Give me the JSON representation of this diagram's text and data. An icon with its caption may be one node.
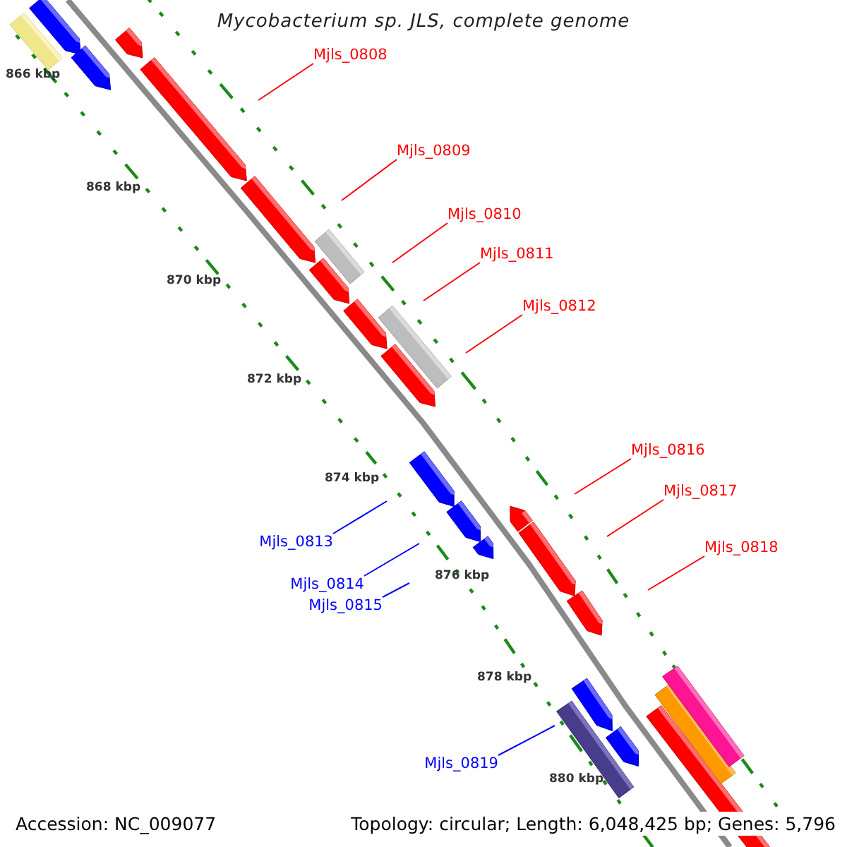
{
  "diagram": {
    "title": "Mycobacterium sp. JLS, complete genome",
    "nodes": [
      {
        "text": [
          "Mjls_0808"
        ]
      },
      {
        "text": [
          "Mjls_0809"
        ]
      },
      {
        "text": [
          "Mjls_0810"
        ]
      },
      {
        "text": [
          "Mjls_0811"
        ]
      },
      {
        "text": [
          "Mjls_0812"
        ]
      },
      {
        "text": [
          "Mjls_0816"
        ]
      },
      {
        "text": [
          "Mjls_0817"
        ]
      },
      {
        "text": [
          "Mjls_0818"
        ]
      },
      {
        "text": [
          "Mjls_0813"
        ]
      },
      {
        "text": [
          "Mjls_0814"
        ]
      },
      {
        "text": [
          "Mjls_0815"
        ]
      },
      {
        "text": [
          "Mjls_0819"
        ]
      }
    ],
    "edges": [
      {
        "from": 0,
        "to": null,
        "arrow": "none"
      },
      {
        "from": 1,
        "to": null,
        "arrow": "none"
      },
      {
        "from": 2,
        "to": null,
        "arrow": "none"
      },
      {
        "from": 3,
        "to": null,
        "arrow": "none"
      },
      {
        "from": 4,
        "to": null,
        "arrow": "none"
      },
      {
        "from": 5,
        "to": null,
        "arrow": "none"
      },
      {
        "from": 6,
        "to": null,
        "arrow": "none"
      },
      {
        "from": 7,
        "to": null,
        "arrow": "none"
      },
      {
        "from": 8,
        "to": null,
        "arrow": "none",
        "color": "#0000ff"
      },
      {
        "from": 9,
        "to": null,
        "arrow": "none",
        "color": "#0000ff"
      },
      {
        "from": 10,
        "to": null,
        "arrow": "none",
        "color": "#0000ff"
      },
      {
        "from": 11,
        "to": null,
        "arrow": "none",
        "color": "#0000ff"
      }
    ],
    "labels": [
      "866 kbp",
      "868 kbp",
      "870 kbp",
      "872 kbp",
      "874 kbp",
      "876 kbp",
      "878 kbp",
      "880 kbp",
      "Accession: NC_009077",
      "Topology: circular; Length: 6,048,425 bp; Genes: 5,796"
    ]
  }
}
